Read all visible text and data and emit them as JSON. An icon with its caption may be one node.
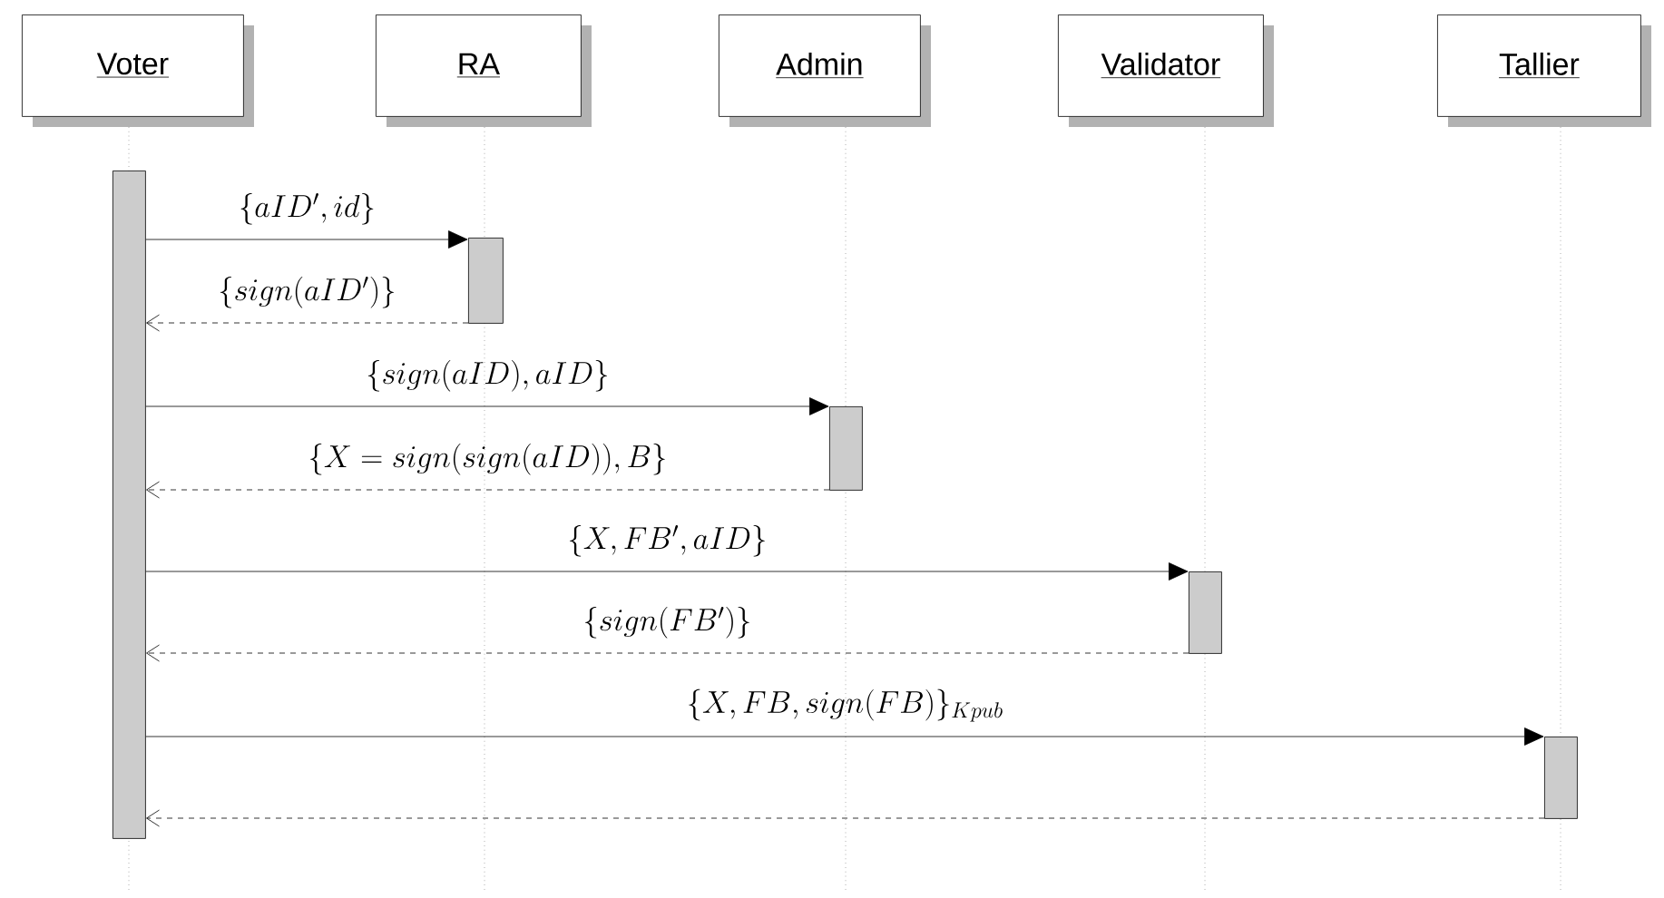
{
  "diagram": {
    "nodes": [
      {
        "text": [
          "Voter"
        ]
      },
      {
        "text": [
          "RA"
        ]
      },
      {
        "text": [
          "Admin"
        ]
      },
      {
        "text": [
          "Validator"
        ]
      },
      {
        "text": [
          "Tallier"
        ]
      },
      {
        "text": [],
        "shape": "bar"
      },
      {
        "text": [],
        "shape": "bar"
      },
      {
        "text": [],
        "shape": "bar"
      },
      {
        "text": [],
        "shape": "bar"
      },
      {
        "text": [],
        "shape": "bar"
      }
    ],
    "edges": [
      {
        "from": 5,
        "to": 6,
        "arrow": "to",
        "label": "\\{aID', id\\}"
      },
      {
        "from": 6,
        "to": 5,
        "arrow": "to",
        "style": "dashed",
        "label": "\\{sign(aID')\\}"
      },
      {
        "from": 5,
        "to": 7,
        "arrow": "to",
        "label": "\\{sign(aID), aID\\}"
      },
      {
        "from": 7,
        "to": 5,
        "arrow": "to",
        "style": "dashed",
        "label": "\\{X = sign(sign(aID)), B\\}"
      },
      {
        "from": 5,
        "to": 8,
        "arrow": "to",
        "label": "\\{X, FB', aID\\}"
      },
      {
        "from": 8,
        "to": 5,
        "arrow": "to",
        "style": "dashed",
        "label": "\\{sign(FB')\\}"
      },
      {
        "from": 5,
        "to": 9,
        "arrow": "to",
        "label": "\\{X, FB, sign(FB)\\}_{Kpub}"
      },
      {
        "from": 9,
        "to": 5,
        "arrow": "to",
        "style": "dashed"
      }
    ]
  }
}
